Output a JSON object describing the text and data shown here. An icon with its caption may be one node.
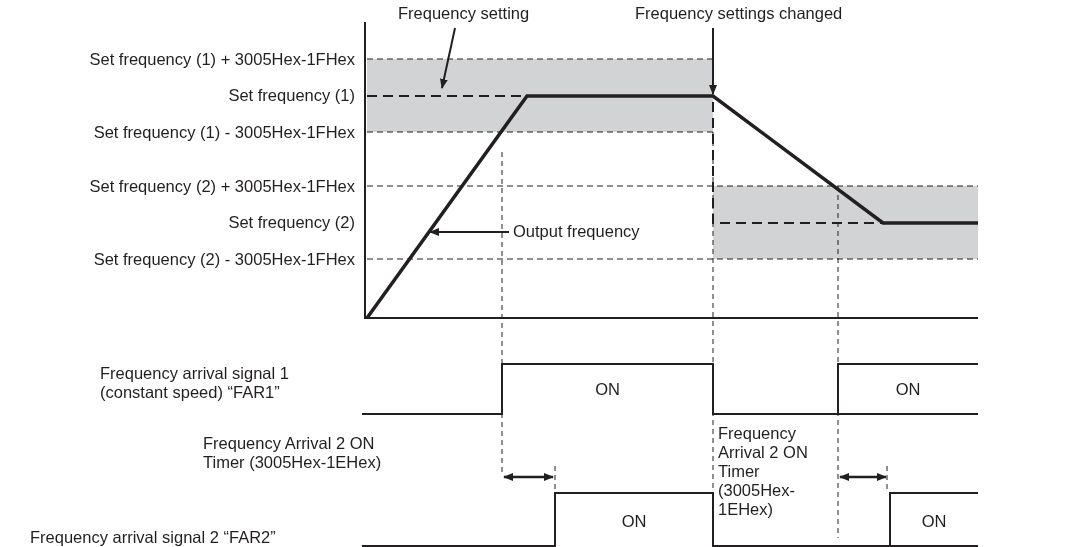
{
  "diagram": {
    "nodes": [
      {
        "text": [
          "Frequency setting"
        ]
      },
      {
        "text": [
          "Frequency settings changed"
        ]
      },
      {
        "text": [
          "Output frequency"
        ]
      }
    ],
    "edges": [
      {
        "from": 0,
        "to": null,
        "arrow": "to"
      },
      {
        "from": 1,
        "to": null,
        "arrow": "to"
      },
      {
        "from": 2,
        "to": null,
        "arrow": "to"
      }
    ],
    "labels": [
      "Set frequency (1) + 3005Hex-1FHex",
      "Set frequency (1)",
      "Set frequency (1) - 3005Hex-1FHex",
      "Set frequency (2) + 3005Hex-1FHex",
      "Set frequency (2)",
      "Set frequency (2) - 3005Hex-1FHex",
      "Frequency arrival signal 1 (constant speed) “FAR1”",
      "ON",
      "ON",
      "Frequency Arrival 2 ON Timer (3005Hex-1EHex)",
      "Frequency Arrival 2 ON Timer (3005Hex-1EHex)",
      "Frequency arrival signal 2 “FAR2”",
      "ON",
      "ON"
    ]
  }
}
